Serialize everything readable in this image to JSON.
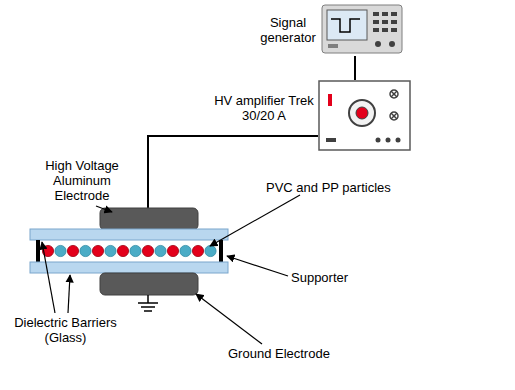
{
  "diagram": {
    "nodes": [
      {
        "text": [
          "Signal generator"
        ]
      },
      {
        "text": [
          "HV amplifier Trek 30/20 A"
        ]
      }
    ],
    "edges": [
      {
        "from": 0,
        "to": 1,
        "arrow": "none"
      }
    ],
    "labels": [
      "High Voltage Aluminum Electrode",
      "PVC and PP particles",
      "Supporter",
      "Dielectric Barriers (Glass)",
      "Ground Electrode"
    ]
  }
}
